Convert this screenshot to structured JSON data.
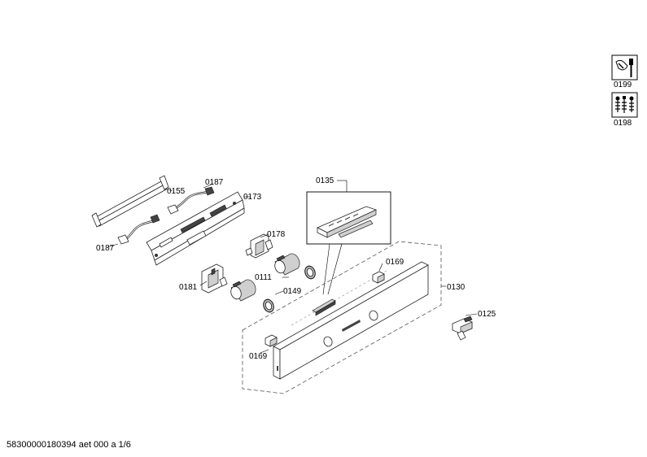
{
  "document_id": "58300000180394 aet 000 a 1/6",
  "tool_icons": [
    {
      "code": "0199",
      "icon": "wrench-screwdriver-icon"
    },
    {
      "code": "0198",
      "icon": "screws-icon"
    }
  ],
  "callouts": {
    "c0155": "0155",
    "c0187a": "0187",
    "c0187b": "0187",
    "c0173": "0173",
    "c0135": "0135",
    "c0178": "0178",
    "c0169a": "0169",
    "c0169b": "0169",
    "c0181": "0181",
    "c0111": "0111",
    "c0149": "0149",
    "c0130": "0130",
    "c0125": "0125"
  }
}
